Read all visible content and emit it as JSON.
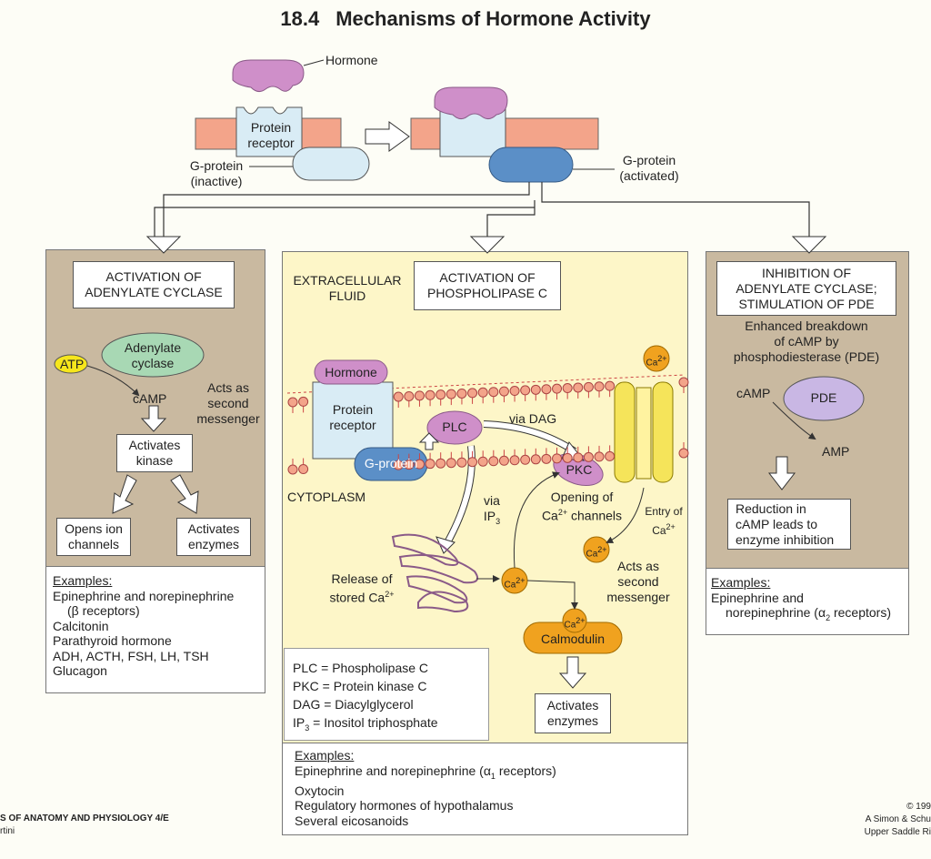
{
  "title": {
    "number": "18.4",
    "text": "Mechanisms of Hormone Activity"
  },
  "top": {
    "hormone": "Hormone",
    "protein_receptor": [
      "Protein",
      "receptor"
    ],
    "gprotein_inactive": [
      "G-protein",
      "(inactive)"
    ],
    "gprotein_activated": [
      "G-protein",
      "(activated)"
    ]
  },
  "left": {
    "header": [
      "ACTIVATION OF",
      "ADENYLATE CYCLASE"
    ],
    "adenylate": [
      "Adenylate",
      "cyclase"
    ],
    "atp": "ATP",
    "camp": "cAMP",
    "second": [
      "Acts as",
      "second",
      "messenger"
    ],
    "kinase": [
      "Activates",
      "kinase"
    ],
    "ion": [
      "Opens ion",
      "channels"
    ],
    "enzymes": [
      "Activates",
      "enzymes"
    ],
    "examples_head": "Examples:",
    "examples": [
      "Epinephrine and norepinephrine",
      "(β receptors)",
      "Calcitonin",
      "Parathyroid hormone",
      "ADH, ACTH, FSH, LH, TSH",
      "Glucagon"
    ]
  },
  "middle": {
    "extracellular": [
      "EXTRACELLULAR",
      "FLUID"
    ],
    "header": [
      "ACTIVATION OF",
      "PHOSPHOLIPASE C"
    ],
    "hormone": "Hormone",
    "receptor": [
      "Protein",
      "receptor"
    ],
    "gprotein": "G-protein",
    "plc": "PLC",
    "via_dag": "via DAG",
    "pkc": "PKC",
    "cytoplasm": "CYTOPLASM",
    "via_ip3": [
      "via",
      "IP"
    ],
    "ip3_sub": "3",
    "opening": [
      "Opening of",
      "Ca"
    ],
    "opening_tail": " channels",
    "entry": [
      "Entry of",
      "Ca"
    ],
    "release": [
      "Release of",
      "stored Ca"
    ],
    "ca": "Ca",
    "ca_sup": "2+",
    "acts": [
      "Acts as",
      "second",
      "messenger"
    ],
    "calmodulin": "Calmodulin",
    "activates": [
      "Activates",
      "enzymes"
    ],
    "legend": [
      "PLC = Phospholipase C",
      "PKC = Protein kinase C",
      "DAG = Diacylglycerol",
      "IP"
    ],
    "legend_ip3_tail": " = Inositol triphosphate",
    "examples_head": "Examples:",
    "examples": [
      "Epinephrine and norepinephrine (α",
      "Oxytocin",
      "Regulatory hormones of hypothalamus",
      "Several eicosanoids"
    ],
    "examples_alpha_tail": " receptors)",
    "alpha_sub": "1"
  },
  "right": {
    "header": [
      "INHIBITION OF",
      "ADENYLATE CYCLASE;",
      "STIMULATION OF PDE"
    ],
    "enhanced": [
      "Enhanced breakdown",
      "of cAMP by",
      "phosphodiesterase (PDE)"
    ],
    "camp": "cAMP",
    "pde": "PDE",
    "amp": "AMP",
    "reduction": [
      "Reduction in",
      "cAMP leads to",
      "enzyme inhibition"
    ],
    "examples_head": "Examples:",
    "examples": [
      "Epinephrine and",
      "norepinephrine (α"
    ],
    "alpha_sub": "2",
    "alpha_tail": " receptors)"
  },
  "footer": {
    "left": [
      "S OF ANATOMY AND PHYSIOLOGY 4/E",
      "rtini"
    ],
    "right": [
      "© 199",
      "A Simon & Schu",
      "Upper Saddle Ri"
    ]
  },
  "colors": {
    "tan": "#c9b9a0",
    "cream": "#fdf6c8",
    "purple": "#cf8fc9",
    "lightblue": "#d9ecf5",
    "blue": "#5b8fc7",
    "green": "#a8d8b4",
    "orange": "#f0a21f",
    "membrane": "#f3a48a"
  }
}
